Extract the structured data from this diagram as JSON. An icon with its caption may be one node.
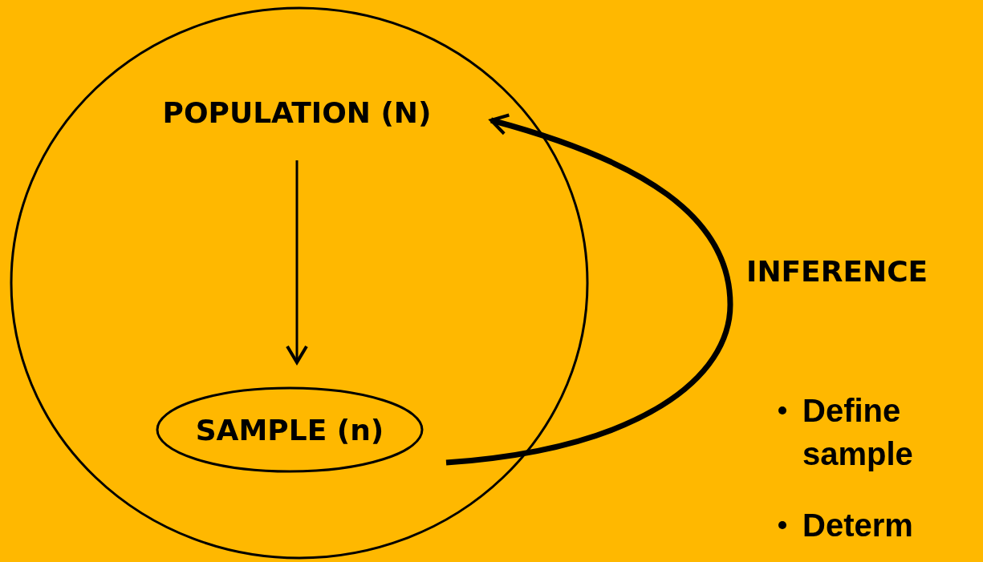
{
  "diagram": {
    "nodes": [
      {
        "text": [],
        "shape": "circle"
      },
      {
        "text": [
          "POPULATION (N)"
        ],
        "in": 0
      },
      {
        "text": [
          "SAMPLE (n)"
        ],
        "in": 0
      }
    ],
    "edges": [
      {
        "from": 1,
        "to": 2,
        "arrow": "to"
      },
      {
        "from": 2,
        "to": 1,
        "arrow": "to",
        "label": "INFERENCE",
        "style": "thick"
      }
    ],
    "labels": [
      "Define sample",
      "Determ"
    ]
  }
}
